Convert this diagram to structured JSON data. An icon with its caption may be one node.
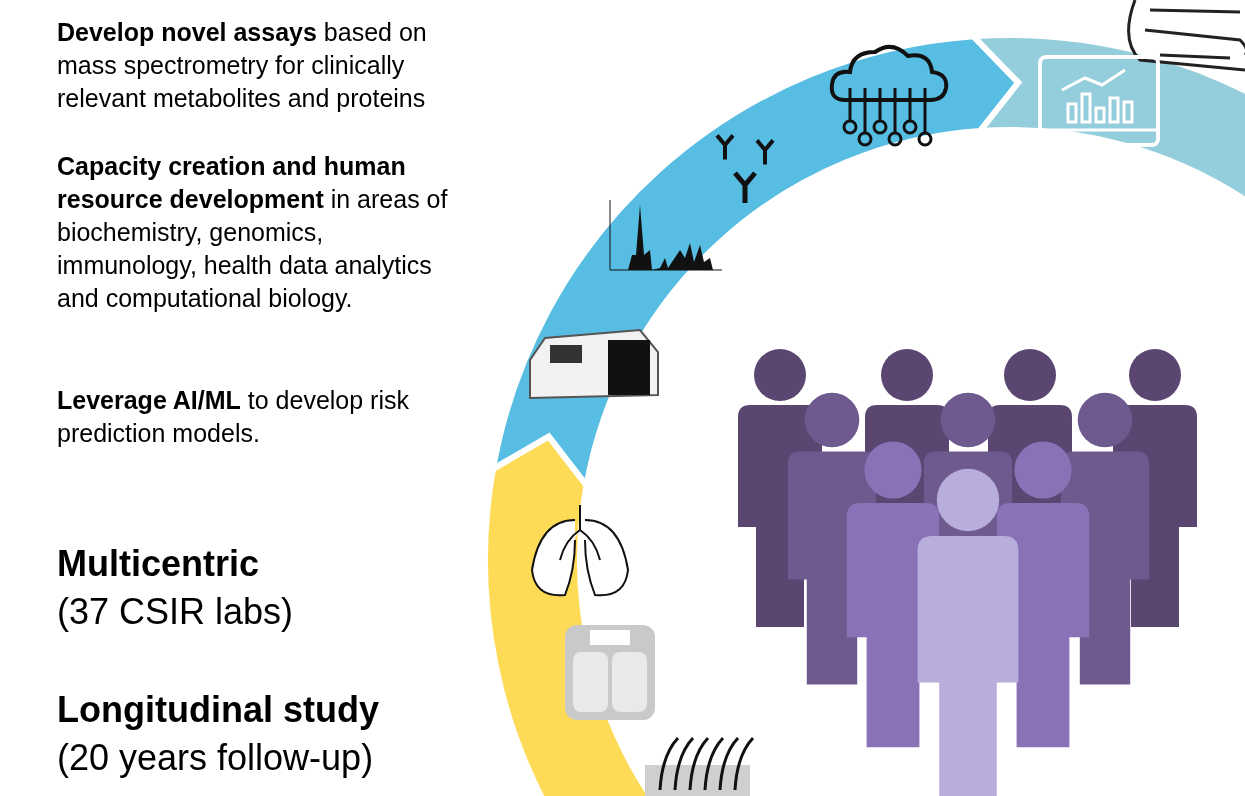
{
  "diagram": {
    "labels": [
      "**Develop novel assays** based on mass spectrometry for clinically relevant metabolites and proteins",
      "**Capacity creation and human resource development** in areas of biochemistry, genomics, immunology, health data analytics and computational biology.",
      "**Leverage AI/ML** to develop risk prediction models.",
      "Multicentric",
      "(37 CSIR labs)",
      "Longitudinal study",
      "(20 years follow-up)"
    ]
  }
}
